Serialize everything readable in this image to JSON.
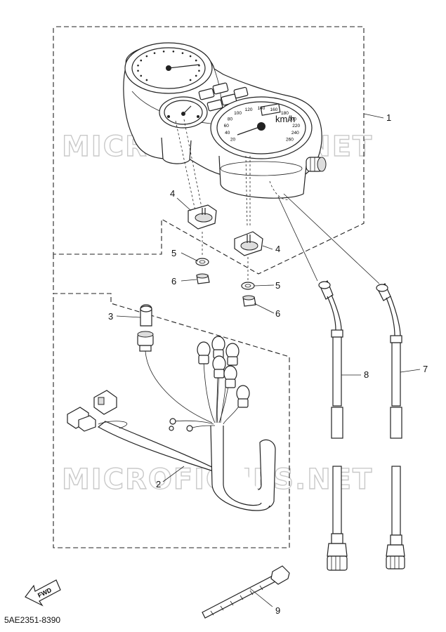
{
  "diagram": {
    "watermark_top": "MICROFICHES.NET",
    "watermark_bottom": "MICROFICHES.NET",
    "part_code": "5AE2351-8390",
    "fwd_label": "FWD",
    "callouts": [
      {
        "id": "c1",
        "label": "1"
      },
      {
        "id": "c2",
        "label": "2"
      },
      {
        "id": "c3",
        "label": "3"
      },
      {
        "id": "c4a",
        "label": "4"
      },
      {
        "id": "c4b",
        "label": "4"
      },
      {
        "id": "c5a",
        "label": "5"
      },
      {
        "id": "c5b",
        "label": "5"
      },
      {
        "id": "c6a",
        "label": "6"
      },
      {
        "id": "c6b",
        "label": "6"
      },
      {
        "id": "c7",
        "label": "7"
      },
      {
        "id": "c8",
        "label": "8"
      },
      {
        "id": "c9",
        "label": "9"
      }
    ],
    "speedo_marks": [
      "20",
      "40",
      "60",
      "80",
      "100",
      "120",
      "140",
      "160",
      "180",
      "200",
      "220",
      "240",
      "260"
    ],
    "speedo_unit": "km/h"
  }
}
